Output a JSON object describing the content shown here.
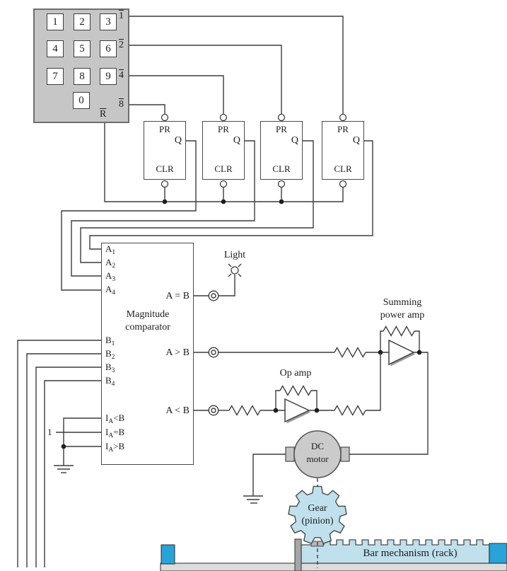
{
  "keypad": {
    "keys": [
      "1",
      "2",
      "3",
      "4",
      "5",
      "6",
      "7",
      "8",
      "9",
      "0"
    ],
    "outputs": [
      "1",
      "2",
      "4",
      "8"
    ],
    "reset": "R"
  },
  "flipflop": {
    "pr": "PR",
    "q": "Q",
    "clr": "CLR"
  },
  "comparator": {
    "title1": "Magnitude",
    "title2": "comparator",
    "a_inputs": [
      {
        "base": "A",
        "sub": "1"
      },
      {
        "base": "A",
        "sub": "2"
      },
      {
        "base": "A",
        "sub": "3"
      },
      {
        "base": "A",
        "sub": "4"
      }
    ],
    "b_inputs": [
      {
        "base": "B",
        "sub": "1"
      },
      {
        "base": "B",
        "sub": "2"
      },
      {
        "base": "B",
        "sub": "3"
      },
      {
        "base": "B",
        "sub": "4"
      }
    ],
    "cascade": [
      {
        "base": "I",
        "sub": "A",
        "rest": "<B"
      },
      {
        "base": "I",
        "sub": "A",
        "rest": "=B"
      },
      {
        "base": "I",
        "sub": "A",
        "rest": ">B"
      }
    ],
    "cascade_const": "1",
    "outputs": [
      "A = B",
      "A > B",
      "A < B"
    ]
  },
  "labels": {
    "light": "Light",
    "op_amp": "Op amp",
    "summing1": "Summing",
    "summing2": "power amp",
    "motor1": "DC",
    "motor2": "motor",
    "gear1": "Gear",
    "gear2": "(pinion)",
    "rack": "Bar mechanism (rack)"
  },
  "colors": {
    "wire": "#3c3c3c",
    "panel_gray": "#c6c6c6",
    "light_blue": "#bfe0ec",
    "accent_blue": "#2aa3d8",
    "motor_gray": "#cbcbcb",
    "base_gray": "#dcdcdc"
  }
}
